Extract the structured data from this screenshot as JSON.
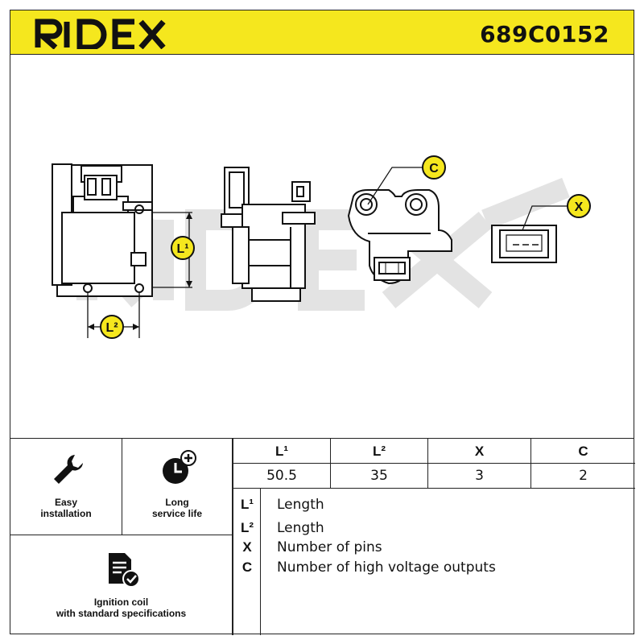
{
  "brand": {
    "name": "RIDEX",
    "accent": "#f5e71e"
  },
  "part_number": "689C0152",
  "drawing": {
    "callouts": {
      "L1": "L¹",
      "L2": "L²",
      "C": "C",
      "X": "X"
    },
    "watermark": "RIDEX"
  },
  "features": [
    {
      "icon": "wrench-icon",
      "label_line1": "Easy",
      "label_line2": "installation"
    },
    {
      "icon": "clock-plus-icon",
      "label_line1": "Long",
      "label_line2": "service life"
    },
    {
      "icon": "document-check-icon",
      "label_line1": "Ignition coil",
      "label_line2": "with standard specifications"
    }
  ],
  "spec_table": {
    "headers": [
      "L¹",
      "L²",
      "X",
      "C"
    ],
    "values": [
      "50.5",
      "35",
      "3",
      "2"
    ]
  },
  "legend": [
    {
      "symbol": "L¹",
      "description": "Length"
    },
    {
      "symbol": "L²",
      "description": "Length"
    },
    {
      "symbol": "X",
      "description": "Number of pins"
    },
    {
      "symbol": "C",
      "description": "Number of high voltage outputs"
    }
  ]
}
